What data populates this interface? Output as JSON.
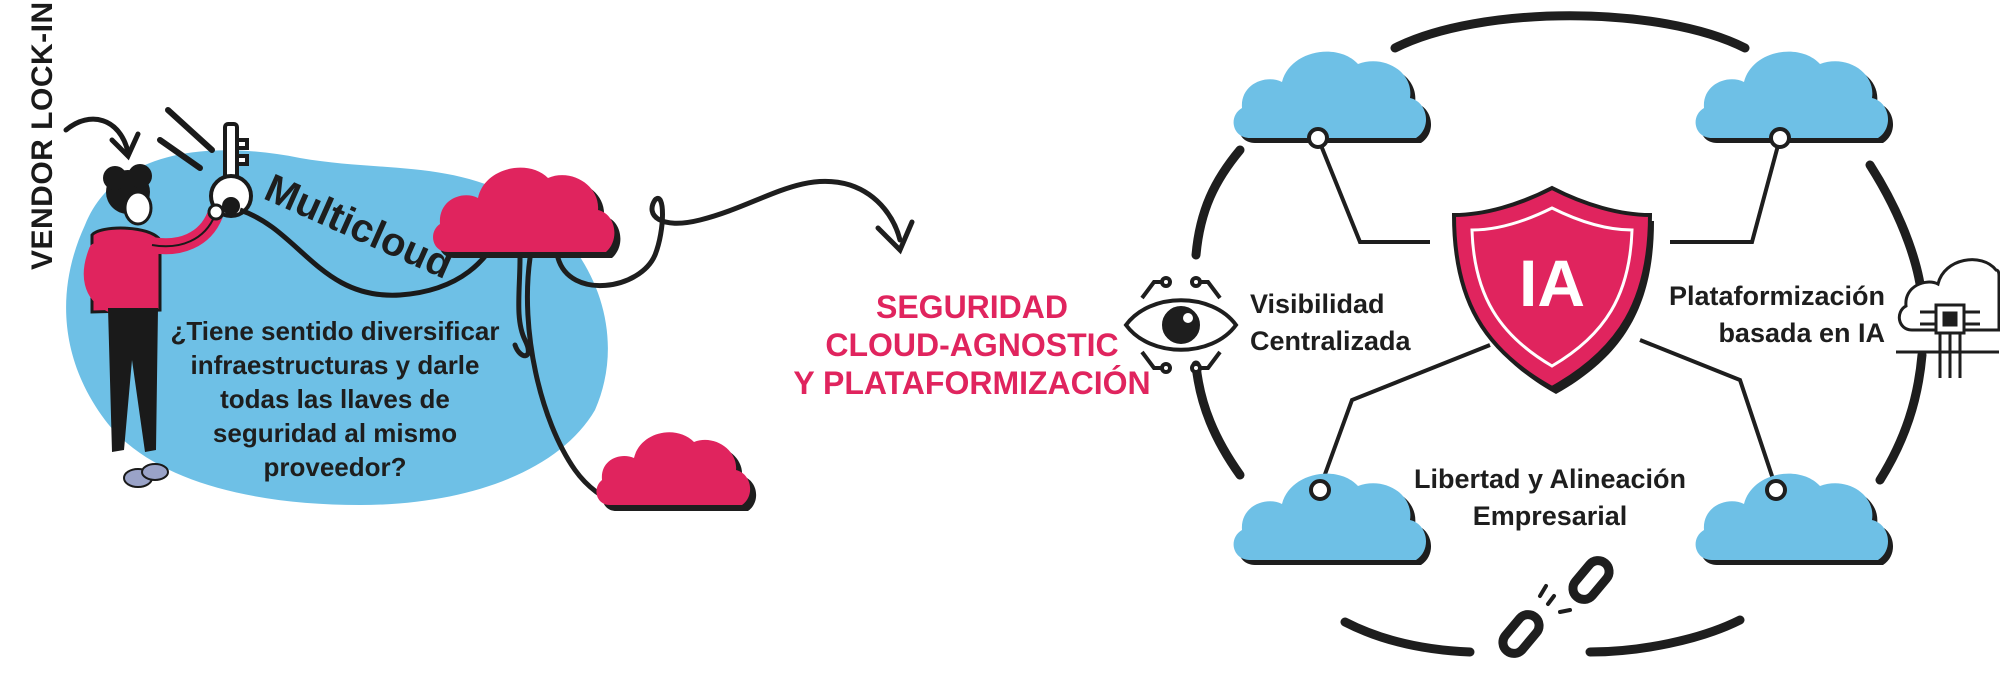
{
  "vendor_lockin_label": "VENDOR LOCK-IN",
  "multicloud_label": "Multicloud",
  "question_lines": [
    "¿Tiene sentido diversificar",
    "infraestructuras y darle",
    "todas las llaves de",
    "seguridad al mismo",
    "proveedor?"
  ],
  "headline_lines": [
    "SEGURIDAD",
    "CLOUD-AGNOSTIC",
    "Y PLATAFORMIZACIÓN"
  ],
  "shield_label": "IA",
  "features": {
    "visibility": [
      "Visibilidad",
      "Centralizada"
    ],
    "platform": [
      "Plataformización",
      "basada en IA"
    ],
    "freedom": [
      "Libertad y Alineación",
      "Empresarial"
    ]
  },
  "colors": {
    "accent_pink": "#e0245e",
    "cloud_blue": "#6ec0e6",
    "ink": "#1e1e1e"
  },
  "icons": [
    "eye-icon",
    "cloud-chip-icon",
    "broken-chain-icon",
    "key-icon",
    "shield-icon"
  ]
}
